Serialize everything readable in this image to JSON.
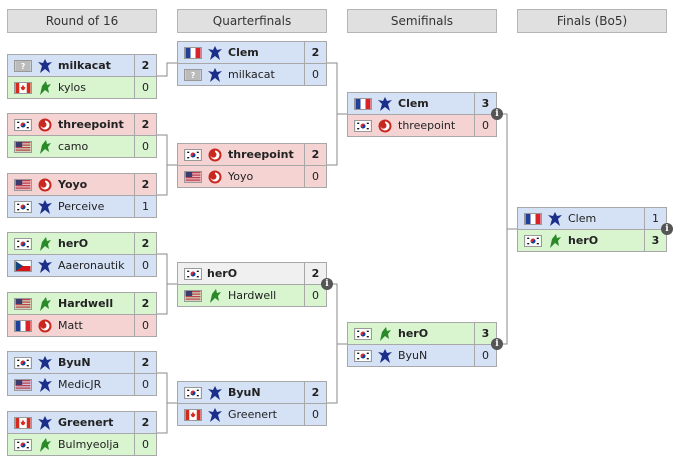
{
  "headers": [
    "Round of 16",
    "Quarterfinals",
    "Semifinals",
    "Finals (Bo5)"
  ],
  "colors": {
    "terran_bg": "#d5e2f6",
    "zerg_bg": "#f5d3d3",
    "green_bg": "#d8f5d0",
    "race_terran": "#1a2e8a",
    "race_zerg": "#c8281f",
    "race_protoss": "#2a8a2a"
  },
  "round_of_16": [
    {
      "players": [
        {
          "name": "milkacat",
          "flag": "unknown",
          "race": "terran",
          "score": "2",
          "winner": true,
          "bg": "terran"
        },
        {
          "name": "kylos",
          "flag": "ca",
          "race": "protoss",
          "score": "0",
          "winner": false,
          "bg": "green"
        }
      ]
    },
    {
      "players": [
        {
          "name": "threepoint",
          "flag": "kr",
          "race": "zerg",
          "score": "2",
          "winner": true,
          "bg": "zerg"
        },
        {
          "name": "camo",
          "flag": "us",
          "race": "protoss",
          "score": "0",
          "winner": false,
          "bg": "green"
        }
      ]
    },
    {
      "players": [
        {
          "name": "Yoyo",
          "flag": "us",
          "race": "zerg",
          "score": "2",
          "winner": true,
          "bg": "zerg"
        },
        {
          "name": "Perceive",
          "flag": "kr",
          "race": "terran",
          "score": "1",
          "winner": false,
          "bg": "terran"
        }
      ]
    },
    {
      "players": [
        {
          "name": "herO",
          "flag": "kr",
          "race": "protoss",
          "score": "2",
          "winner": true,
          "bg": "green"
        },
        {
          "name": "Aaeronautik",
          "flag": "cz",
          "race": "terran",
          "score": "0",
          "winner": false,
          "bg": "terran"
        }
      ]
    },
    {
      "players": [
        {
          "name": "Hardwell",
          "flag": "us",
          "race": "protoss",
          "score": "2",
          "winner": true,
          "bg": "green"
        },
        {
          "name": "Matt",
          "flag": "fr",
          "race": "zerg",
          "score": "0",
          "winner": false,
          "bg": "zerg"
        }
      ]
    },
    {
      "players": [
        {
          "name": "ByuN",
          "flag": "kr",
          "race": "terran",
          "score": "2",
          "winner": true,
          "bg": "terran"
        },
        {
          "name": "MedicJR",
          "flag": "us",
          "race": "terran",
          "score": "0",
          "winner": false,
          "bg": "terran"
        }
      ]
    },
    {
      "players": [
        {
          "name": "Greenert",
          "flag": "ca",
          "race": "terran",
          "score": "2",
          "winner": true,
          "bg": "terran"
        },
        {
          "name": "Bulmyeolja",
          "flag": "kr",
          "race": "protoss",
          "score": "0",
          "winner": false,
          "bg": "green"
        }
      ]
    }
  ],
  "quarterfinals": [
    {
      "info": false,
      "players": [
        {
          "name": "Clem",
          "flag": "fr",
          "race": "terran",
          "score": "2",
          "winner": true,
          "bg": "terran"
        },
        {
          "name": "milkacat",
          "flag": "unknown",
          "race": "terran",
          "score": "0",
          "winner": false,
          "bg": "terran"
        }
      ]
    },
    {
      "info": false,
      "players": [
        {
          "name": "threepoint",
          "flag": "kr",
          "race": "zerg",
          "score": "2",
          "winner": true,
          "bg": "zerg"
        },
        {
          "name": "Yoyo",
          "flag": "us",
          "race": "zerg",
          "score": "0",
          "winner": false,
          "bg": "zerg"
        }
      ]
    },
    {
      "info": true,
      "players": [
        {
          "name": "herO",
          "flag": "kr",
          "race": "none",
          "score": "2",
          "winner": true,
          "bg": "tbd"
        },
        {
          "name": "Hardwell",
          "flag": "us",
          "race": "protoss",
          "score": "0",
          "winner": false,
          "bg": "green"
        }
      ]
    },
    {
      "info": false,
      "players": [
        {
          "name": "ByuN",
          "flag": "kr",
          "race": "terran",
          "score": "2",
          "winner": true,
          "bg": "terran"
        },
        {
          "name": "Greenert",
          "flag": "ca",
          "race": "terran",
          "score": "0",
          "winner": false,
          "bg": "terran"
        }
      ]
    }
  ],
  "semifinals": [
    {
      "info": true,
      "players": [
        {
          "name": "Clem",
          "flag": "fr",
          "race": "terran",
          "score": "3",
          "winner": true,
          "bg": "terran"
        },
        {
          "name": "threepoint",
          "flag": "kr",
          "race": "zerg",
          "score": "0",
          "winner": false,
          "bg": "zerg"
        }
      ]
    },
    {
      "info": true,
      "players": [
        {
          "name": "herO",
          "flag": "kr",
          "race": "protoss",
          "score": "3",
          "winner": true,
          "bg": "green"
        },
        {
          "name": "ByuN",
          "flag": "kr",
          "race": "terran",
          "score": "0",
          "winner": false,
          "bg": "terran"
        }
      ]
    }
  ],
  "finals": [
    {
      "info": true,
      "players": [
        {
          "name": "Clem",
          "flag": "fr",
          "race": "terran",
          "score": "1",
          "winner": false,
          "bg": "terran"
        },
        {
          "name": "herO",
          "flag": "kr",
          "race": "protoss",
          "score": "3",
          "winner": true,
          "bg": "green"
        }
      ]
    }
  ]
}
